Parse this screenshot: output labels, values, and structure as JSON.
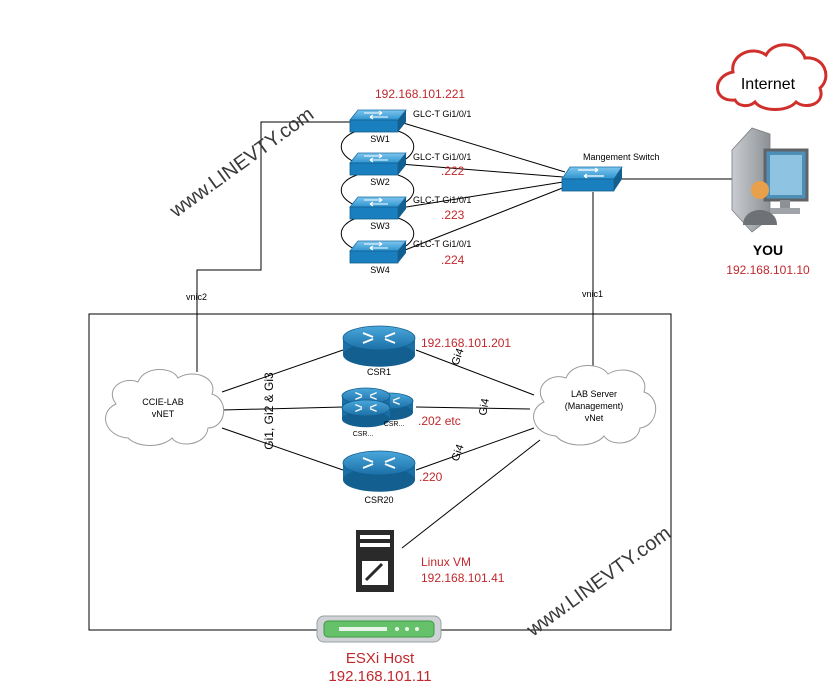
{
  "watermarks": [
    "www.LINEVTY.com",
    "www.LINEVTY.com"
  ],
  "internet": {
    "label": "Internet"
  },
  "you": {
    "label": "YOU",
    "ip": "192.168.101.10"
  },
  "management_switch": {
    "label": "Mangement Switch",
    "uplink_vnic": "vnic1"
  },
  "switches": [
    {
      "name": "SW1",
      "port": "GLC-T Gi1/0/1",
      "ip": "192.168.101.221"
    },
    {
      "name": "SW2",
      "port": "GLC-T Gi1/0/1",
      "ip": ".222"
    },
    {
      "name": "SW3",
      "port": "GLC-T Gi1/0/1",
      "ip": ".223"
    },
    {
      "name": "SW4",
      "port": "GLC-T Gi1/0/1",
      "ip": ".224"
    }
  ],
  "vnic2": "vnic2",
  "ccie_vnet": {
    "line1": "CCIE-LAB",
    "line2": "vNET",
    "interfaces": "Gi1, Gi2 & Gi3"
  },
  "lab_vnet": {
    "line1": "LAB Server",
    "line2": "(Management)",
    "line3": "vNet"
  },
  "routers": [
    {
      "name": "CSR1",
      "port": "Gi4",
      "ip": "192.168.101.201"
    },
    {
      "name": "CSR...",
      "name2": "CSR...",
      "port": "Gi4",
      "ip": ".202 etc"
    },
    {
      "name": "CSR20",
      "port": "Gi4",
      "ip": ".220"
    }
  ],
  "linux_vm": {
    "label": "Linux VM",
    "ip": "192.168.101.41"
  },
  "esxi": {
    "label": "ESXi Host",
    "ip": "192.168.101.11"
  },
  "colors": {
    "red": "#c0282d",
    "device_blue": "#1a7fbf",
    "line": "#000000"
  }
}
